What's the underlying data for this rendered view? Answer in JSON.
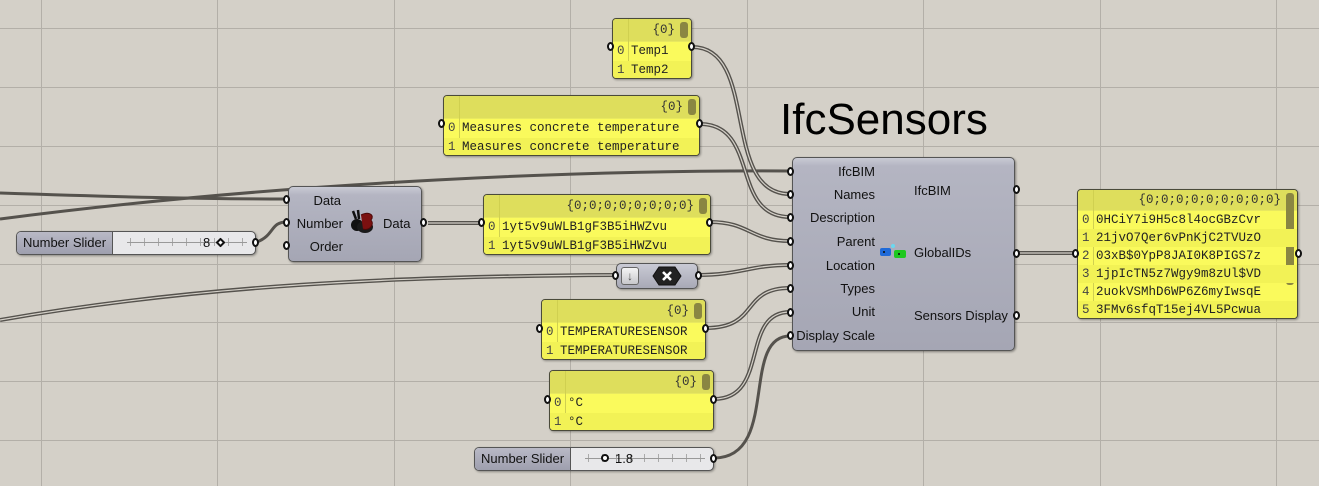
{
  "canvas": {
    "background_color": "#d4d0c8",
    "grid_color": "#b3afa8"
  },
  "title": "IfcSensors",
  "panels": {
    "names": {
      "path": "{0}",
      "items": [
        {
          "index": "0",
          "value": "Temp1"
        },
        {
          "index": "1",
          "value": "Temp2"
        }
      ]
    },
    "descriptions": {
      "path": "{0}",
      "items": [
        {
          "index": "0",
          "value": "Measures concrete temperature"
        },
        {
          "index": "1",
          "value": "Measures concrete temperature"
        }
      ]
    },
    "parent": {
      "path": "{0;0;0;0;0;0;0;0}",
      "items": [
        {
          "index": "0",
          "value": "1yt5v9uWLB1gF3B5iHWZvu"
        },
        {
          "index": "1",
          "value": "1yt5v9uWLB1gF3B5iHWZvu"
        }
      ]
    },
    "types": {
      "path": "{0}",
      "items": [
        {
          "index": "0",
          "value": "TEMPERATURESENSOR"
        },
        {
          "index": "1",
          "value": "TEMPERATURESENSOR"
        }
      ]
    },
    "unit": {
      "path": "{0}",
      "items": [
        {
          "index": "0",
          "value": "°C"
        },
        {
          "index": "1",
          "value": "°C"
        }
      ]
    },
    "globalids": {
      "path": "{0;0;0;0;0;0;0;0;0}",
      "items": [
        {
          "index": "0",
          "value": "0HCiY7i9H5c8l4ocGBzCvr"
        },
        {
          "index": "1",
          "value": "21jvO7Qer6vPnKjC2TVUzO"
        },
        {
          "index": "2",
          "value": "03xB$0YpP8JAI0K8PIGS7z"
        },
        {
          "index": "3",
          "value": "1jpIcTN5z7Wgy9m8zUl$VD"
        },
        {
          "index": "4",
          "value": "2uokVSMhD6WP6Z6myIwsqE"
        },
        {
          "index": "5",
          "value": "3FMv6sfqT15ej4VL5Pcwua"
        }
      ]
    }
  },
  "list_item_component": {
    "inputs": [
      "Data",
      "Number",
      "Order"
    ],
    "outputs": [
      "Data"
    ],
    "icon": "rabbit-list-item-icon"
  },
  "ifcsensors_component": {
    "inputs": [
      "IfcBIM",
      "Names",
      "Description",
      "Parent",
      "Location",
      "Types",
      "Unit",
      "Display Scale"
    ],
    "outputs": [
      "IfcBIM",
      "GlobalIDs",
      "Sensors Display"
    ],
    "icon": "ifc-sensors-icon"
  },
  "sliders": {
    "index_slider": {
      "label": "Number Slider",
      "value": "8"
    },
    "scale_slider": {
      "label": "Number Slider",
      "value": "1.8"
    }
  },
  "relay": {
    "flatten_icon": "arrow-down-icon",
    "status_icon": "hexagon-x-icon"
  }
}
